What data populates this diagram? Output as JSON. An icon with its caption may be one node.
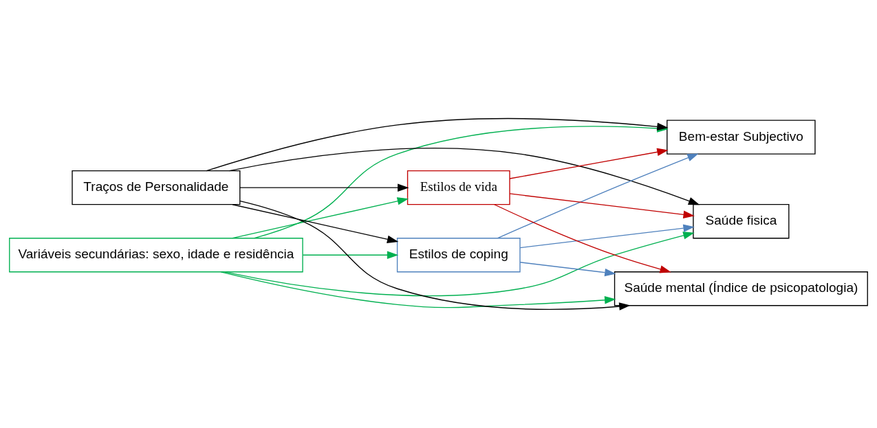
{
  "diagram": {
    "nodes": [
      {
        "text": [
          "Variáveis secundárias: sexo, idade e residência"
        ]
      },
      {
        "text": [
          "Traços de Personalidade"
        ]
      },
      {
        "text": [
          "Estilos de coping"
        ]
      },
      {
        "text": [
          "Estilos de vida"
        ]
      },
      {
        "text": [
          "Bem-estar Subjectivo"
        ]
      },
      {
        "text": [
          "Saúde fisica"
        ]
      },
      {
        "text": [
          "Saúde mental (Índice de psicopatologia)"
        ]
      }
    ],
    "edges": [
      {
        "from": 0,
        "to": 2,
        "arrow": "to",
        "color": "#00b050"
      },
      {
        "from": 0,
        "to": 3,
        "arrow": "to",
        "color": "#00b050"
      },
      {
        "from": 0,
        "to": 4,
        "arrow": "to",
        "color": "#00b050"
      },
      {
        "from": 0,
        "to": 5,
        "arrow": "to",
        "color": "#00b050"
      },
      {
        "from": 0,
        "to": 6,
        "arrow": "to",
        "color": "#00b050"
      },
      {
        "from": 1,
        "to": 4,
        "arrow": "to",
        "color": "#000000"
      },
      {
        "from": 1,
        "to": 2,
        "arrow": "to",
        "color": "#000000"
      },
      {
        "from": 1,
        "to": 3,
        "arrow": "to",
        "color": "#000000"
      },
      {
        "from": 1,
        "to": 6,
        "arrow": "to",
        "color": "#000000"
      },
      {
        "from": 1,
        "to": 5,
        "arrow": "to",
        "color": "#000000"
      },
      {
        "from": 2,
        "to": 4,
        "arrow": "to",
        "color": "#4f81bd"
      },
      {
        "from": 2,
        "to": 5,
        "arrow": "to",
        "color": "#4f81bd"
      },
      {
        "from": 2,
        "to": 6,
        "arrow": "to",
        "color": "#4f81bd"
      },
      {
        "from": 3,
        "to": 4,
        "arrow": "to",
        "color": "#c00000"
      },
      {
        "from": 3,
        "to": 5,
        "arrow": "to",
        "color": "#c00000"
      },
      {
        "from": 3,
        "to": 6,
        "arrow": "to",
        "color": "#c00000"
      }
    ]
  }
}
